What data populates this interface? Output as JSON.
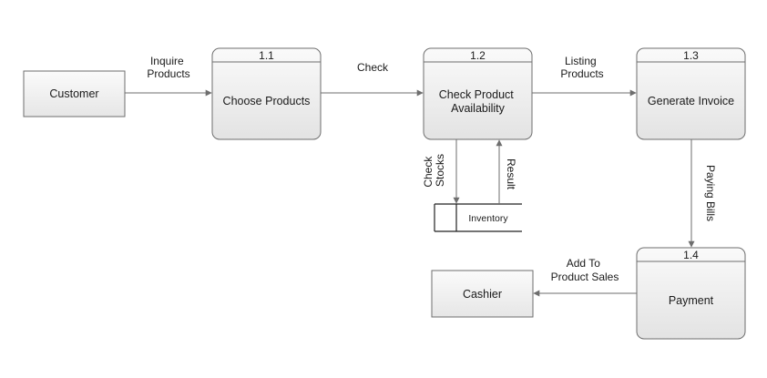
{
  "diagram": {
    "entities": {
      "customer": "Customer",
      "cashier": "Cashier"
    },
    "processes": {
      "p11": {
        "id": "1.1",
        "name": [
          "Choose Products"
        ]
      },
      "p12": {
        "id": "1.2",
        "name": [
          "Check Product",
          "Availability"
        ]
      },
      "p13": {
        "id": "1.3",
        "name": [
          "Generate Invoice"
        ]
      },
      "p14": {
        "id": "1.4",
        "name": [
          "Payment"
        ]
      }
    },
    "store": {
      "name": "Inventory"
    },
    "flows": {
      "inquire": [
        "Inquire",
        "Products"
      ],
      "check": [
        "Check"
      ],
      "listing": [
        "Listing",
        "Products"
      ],
      "check_stocks": [
        "Check",
        "Stocks"
      ],
      "result": [
        "Result"
      ],
      "paying_bills": [
        "Paying Bills"
      ],
      "add_to_sales": [
        "Add To",
        "Product Sales"
      ]
    }
  }
}
